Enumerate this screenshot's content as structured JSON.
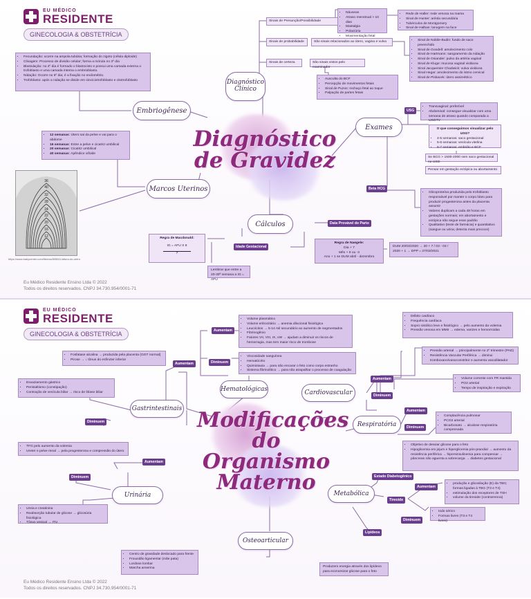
{
  "brand": {
    "small": "EU MÉDICO",
    "big": "RESIDENTE",
    "subject": "GINECOLOGIA & OBSTETRÍCIA"
  },
  "footer": {
    "line1": "Eu Médico Residente Ensino Ltda © 2022",
    "line2": "Todos os direitos reservados. CNPJ 34.730.954/0001-71"
  },
  "colors": {
    "brand": "#7d1e6b",
    "accent": "#8e2a7c",
    "box": "#d9c5ea",
    "tag": "#6b3d8f"
  },
  "page1": {
    "title": "Diagnóstico de Gravidez",
    "nodes": {
      "clinico": "Diagnóstico Clínico",
      "embrio": "Embriogênese",
      "marcos": "Marcos Uterinos",
      "calculos": "Cálculos",
      "exames": "Exames"
    },
    "sinais_presuncao": "Sinais de Presunção/Possibilidade",
    "presuncao_items": [
      "Náuseas",
      "Atraso menstrual > 10 dias",
      "Mastalgia",
      "Polaciúria",
      "Movimentação fetal"
    ],
    "presuncao_signs": [
      "Rede de Haller: rede venosa na mama",
      "Sinal de Hunter: aréola secundária",
      "Tubérculos de Montgomery",
      "Sinal de Halban: lanugem na face"
    ],
    "sinais_probabilidade": "Sinais de probabilidade",
    "probabilidade_desc": "São sinais relacionados ao útero, vagina e vulva",
    "probabilidade_signs": [
      "Sinal de Nobile-Budin: fundo de saco preenchido",
      "Sinal de Goodell: amolecimento colo",
      "Sinal de Hartmann: sangramento da nidação",
      "Sinal de Osiander: pulso da artéria vaginal",
      "Sinal de Kluge: mucosa vaginal violácea",
      "Sinal Jacquemier Chadwick: vulva violácea",
      "Sinal Hegar: amolecimento do istmo cervical",
      "Sinal de Piskacek: útero assimétrico"
    ],
    "sinais_certeza": "Sinais de certeza",
    "certeza_desc": "São sinais vistos pelo examinador",
    "certeza_items": [
      "Ausculta do BCF",
      "Percepção de movimentos fetais",
      "Sinal de Puzos: rechaço fetal ao toque",
      "Palpação de partes fetais"
    ],
    "embrio_items": [
      "Fecundação: ocorre na ampola tubária; formação do zigoto (célula diploide)",
      "Clivagem: Processo de divisão celular; forma a mórula no 3º dia",
      "Blastulação: no 4º dia é formado o blastocisto e possui uma camada externa o trofoblasto e uma camada interna o embrioblasto.",
      "Nidação: Ocorre no 6º dia; é a fixação no endométrio.",
      "Trofoblasto: após a nidação se divide em sinciciotrofoblasto e citotrofoblasto"
    ],
    "marcos_items": [
      {
        "k": "12 semanas",
        "v": "Útero sai da pelve e vai para o abdome"
      },
      {
        "k": "16 semanas",
        "v": "Entre a pelve e cicatriz umbilical"
      },
      {
        "k": "20 semanas",
        "v": "Cicatriz umbilical"
      },
      {
        "k": "40 semanas",
        "v": "Apêndice xifoide"
      }
    ],
    "uterus_weeks": [
      "36",
      "40",
      "32",
      "28",
      "24",
      "22",
      "20",
      "16",
      "12"
    ],
    "image_caption": "https://www.babycenter.com/fitness/895811/altura-do-utero",
    "usg_tag": "USG",
    "usg_items": [
      "Transvaginal: preferível",
      "Abdominal: consegue visualizar com uma semana de atraso quando comparada a USGTV"
    ],
    "usg_question": "O que conseguimos visualizar pelo USG?",
    "usg_answers": [
      "4-5 semanas: saco gestacional",
      "5-6 semanas: vesícula vitelina",
      "6-7 semanas: embrião e BCF"
    ],
    "bhcg_range": "Se BCG > 1500-2000 sem saco gestacional no USG",
    "bhcg_range2": "Pensar em gestação ectópica ou abortamento",
    "beta_tag": "Beta HCG",
    "beta_items": [
      "Glicoproteína produzida pelo trofoblasto responsável por manter o corpo lúteo para produzir progesterona antes da placenta assumir",
      "Valores duplicam a cada 48 horas em gestações normais; em abortamento e ectópica não segue esse padrão",
      "Qualitativo (teste de farmácia) e quantitativo (sangue ou urina; detecta mais precoce)"
    ],
    "dpp_tag": "Data Provável do Parto",
    "naegele_title": "Regra de Naegele:",
    "naegele_lines": [
      "Dia + 7",
      "Mês + 9 ou -3",
      "Ano + 1 se DUM abril - dezembro"
    ],
    "naegele_example": "DUM 20/03/2020 → 20 + 7 / 03 - 03 / 2020 + 1 → DPP = 27/03/2021",
    "ig_tag": "Idade Gestacional",
    "mcdonald_title": "Regra de Macdonald:",
    "mcdonald_formula": "IG = AFU X 8",
    "mcdonald_div": "7",
    "afu_note": "Lembrar que entre a 20-30ª semana a IG = AFU"
  },
  "page2": {
    "title": "Modificações do Organismo Materno",
    "nodes": {
      "hemato": "Hematológicas",
      "gastro": "Gastrintestinais",
      "urina": "Urinária",
      "osteo": "Osteoarticular",
      "cardio": "Cardiovascular",
      "resp": "Respiratória",
      "metab": "Metabólica"
    },
    "aumentam": "Aumentam",
    "diminuem": "Diminuem",
    "hemato_up": [
      "Volume plasmático",
      "Volume eritrocitário → anemia dilucional fisiológica",
      "Leucócitos → 5-14 mil secundário ao aumento de segmentados",
      "Fibrinogênio",
      "Fatores VII, VIII, IX, vW → ajudam a diminuir os riscos de hemorragia, mas tem maior risco de trombose"
    ],
    "hemato_down": [
      "Viscosidade sanguínea",
      "Hematócrito",
      "Quimiotaxia → para não encarar o feto como corpo estranho",
      "Sistema fibrinolítico → para não atrapalhar o processo de coagulação"
    ],
    "gastro_up": [
      "Fosfatase alcalina → produzida pela placenta (GGT normal)",
      "Pirose → ↓ tônus do esfincter inferior"
    ],
    "gastro_down": [
      "Esvaziamento gástrico",
      "Peristaltismo (constipação)",
      "Contração de vesícula biliar → risco de litíase biliar"
    ],
    "urina_up": [
      "TFG pelo aumento da volemia",
      "Ureter e pelve renal → pela progesterona e compressão do útero"
    ],
    "urina_down": [
      "Ureia e creatinina",
      "Reabsorção tubular de glicose → glicosúria fisiológica",
      "Tônus vesical → ITU"
    ],
    "osteo_items": [
      "Centro de gravidade deslocado para frente",
      "Frouxidão ligamentar (mãe pata)",
      "Lordose lombar",
      "Marcha anserina"
    ],
    "cardio_up": [
      "Débito cardíaco",
      "Frequência cardíaca",
      "Sopro sistólico leve e fisiológico → pelo aumento da volemia",
      "Pressão venosa em MMII → edema, varizes e hemorroidas"
    ],
    "cardio_down": [
      "Pressão arterial → principalmente no 2º trimestre (PAD)",
      "Resistência Vascular Periférica → diminui tromboxano/vasoconstritor e aumenta vasodilatador"
    ],
    "resp_up": [
      "Volume corrente com FR mantida",
      "PO2 arterial",
      "Tempo de inspiração e expiração"
    ],
    "resp_down": [
      "Complacência pulmonar",
      "PCO2 arterial",
      "Bicarbonato → alcalose respiratória compensada"
    ],
    "estado_tag": "Estado Diabetogênico",
    "estado_items": [
      "Objetivo de desviar glicose para o feto",
      "Hipoglicemia em jejum e hiperglicemia pós-prandial → aumento da resistência periférica → hipersinsulinemia para compensar → pâncreas não aguenta a sobrecarga → diabetes gestacional"
    ],
    "tireoide_tag": "Tireoide",
    "tireoide_up": [
      "produção e glicosilação (E) da TBG; formas ligadas à TBG (T3 e T4)",
      "estimulação dos receptores de TSH",
      "volume da tireoide (contrarrenoa)"
    ],
    "tireoide_down": [
      "Iodo sérico",
      "Formas livres (T3 e T4 livres)"
    ],
    "lipideos_tag": "Lipídeos",
    "lipideos_items": [
      "Produzem energia através dos lipídeos para economizar glicose para o feto"
    ]
  }
}
